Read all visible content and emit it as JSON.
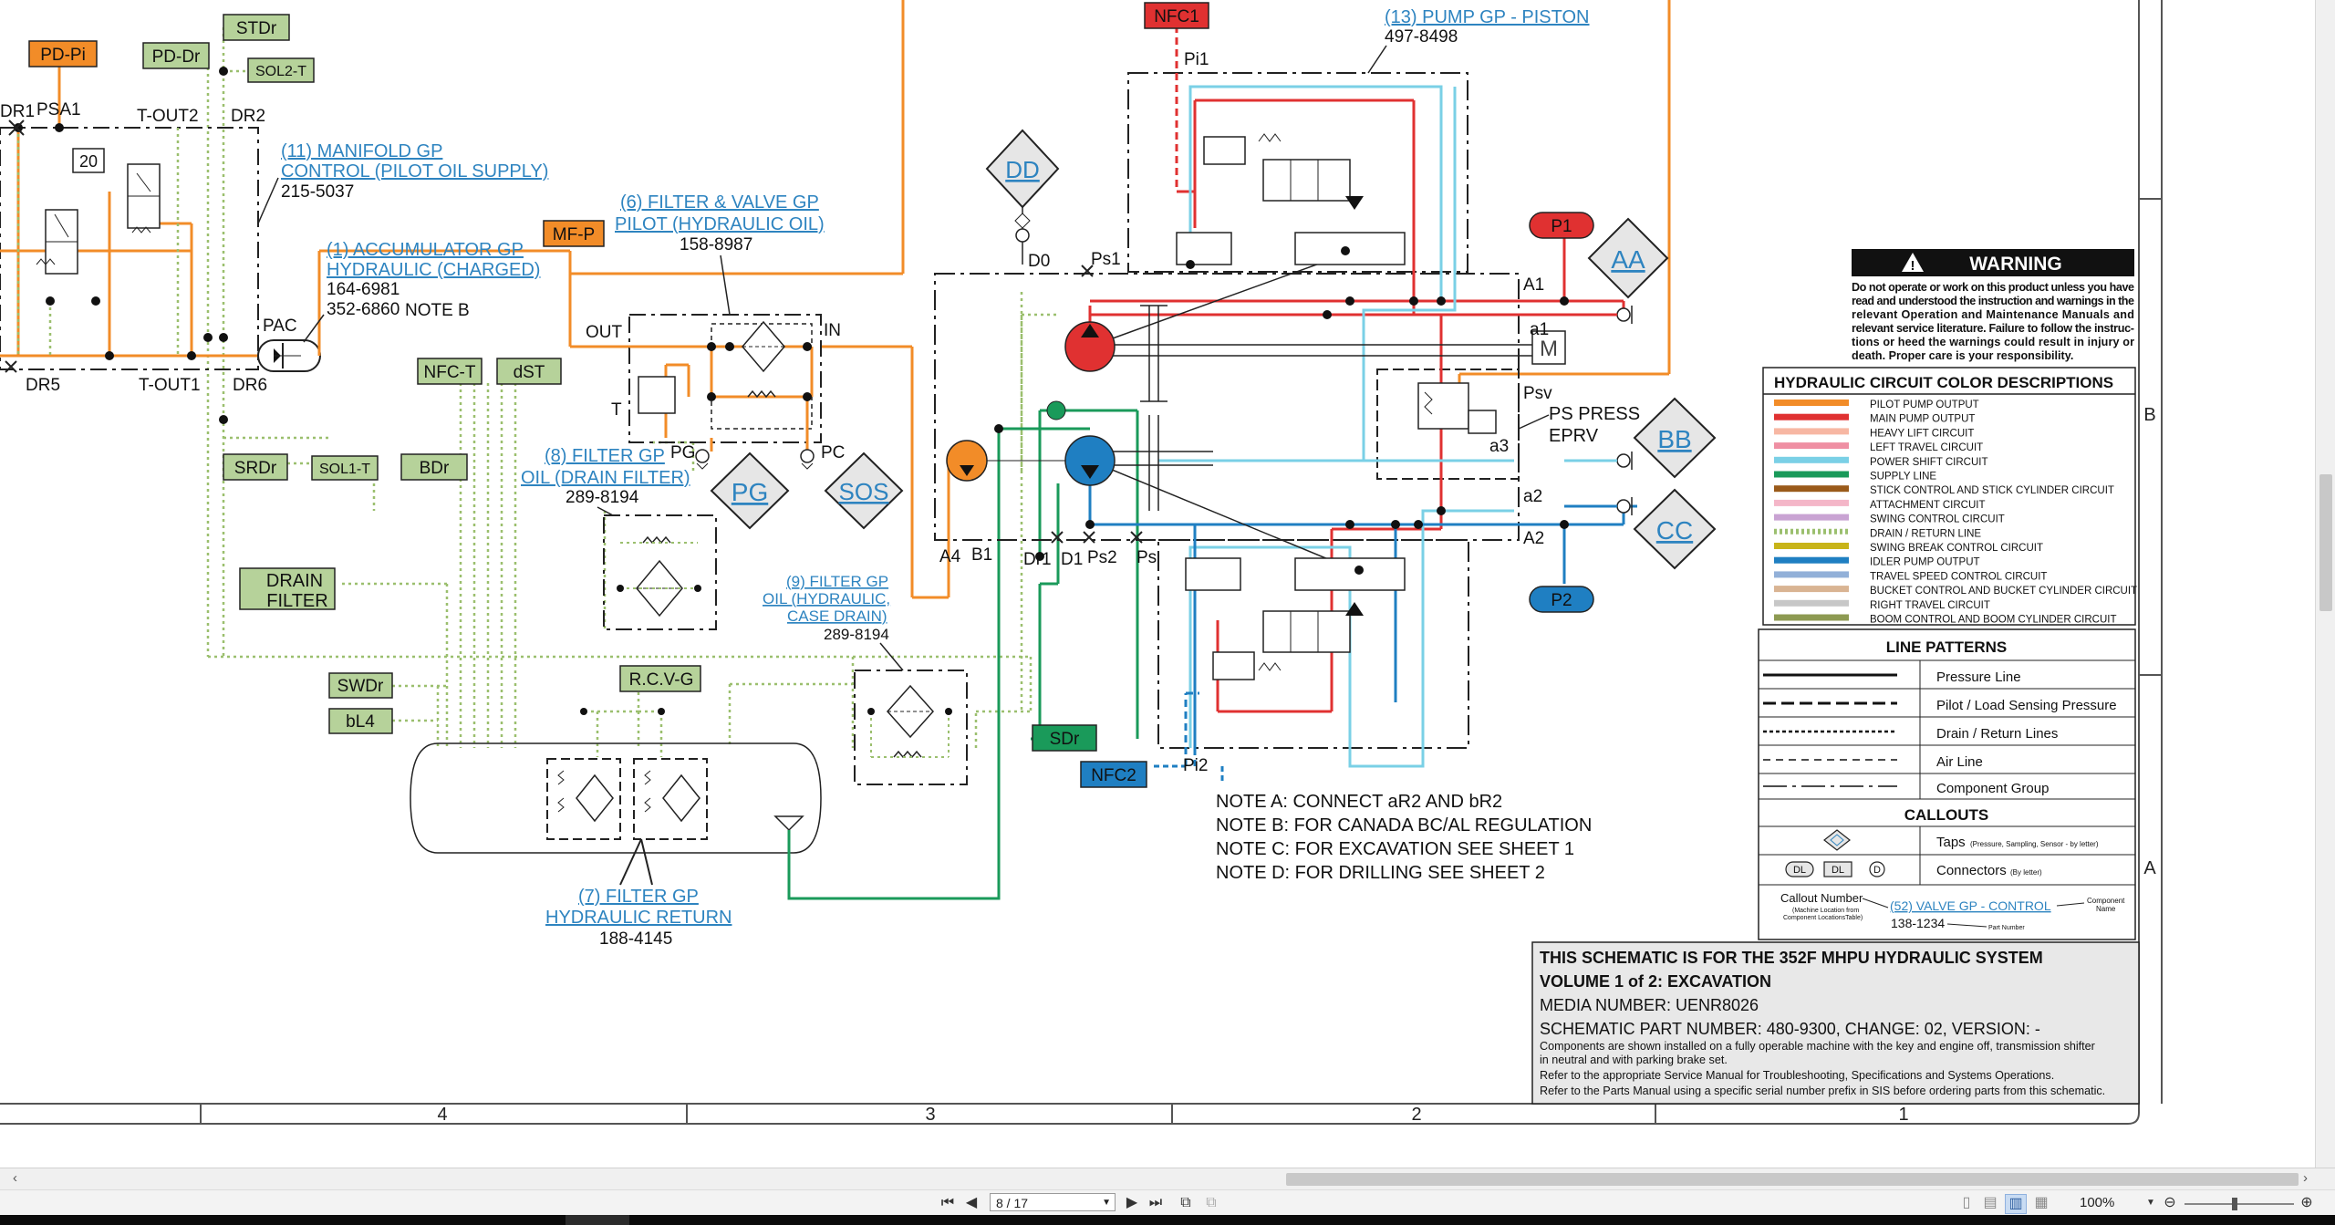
{
  "schematic": {
    "callouts": {
      "pump_gp": {
        "label": "(13) PUMP GP - PISTON",
        "part": "497-8498"
      },
      "manifold": {
        "label1": "(11) MANIFOLD GP",
        "label2": "CONTROL (PILOT OIL SUPPLY)",
        "part": "215-5037"
      },
      "accumulator": {
        "label1": "(1) ACCUMULATOR GP",
        "label2": "HYDRAULIC (CHARGED)",
        "part1": "164-6981",
        "part2": "352-6860",
        "note": "NOTE B"
      },
      "filter_valve": {
        "label1": "(6) FILTER & VALVE GP",
        "label2": "PILOT (HYDRAULIC OIL)",
        "part": "158-8987"
      },
      "filter_drain": {
        "label1": "(8) FILTER GP",
        "label2": "OIL (DRAIN FILTER)",
        "part": "289-8194"
      },
      "filter_case": {
        "label1": "(9) FILTER GP",
        "label2": "OIL (HYDRAULIC,",
        "label3": "CASE DRAIN)",
        "part": "289-8194"
      },
      "filter_return": {
        "label1": "(7) FILTER GP",
        "label2": "HYDRAULIC RETURN",
        "part": "188-4145"
      }
    },
    "taps": {
      "dd": "DD",
      "aa": "AA",
      "bb": "BB",
      "cc": "CC",
      "pg": "PG",
      "sos": "SOS"
    },
    "boxes": {
      "pd_pi": "PD-Pi",
      "pd_dr": "PD-Dr",
      "stdr": "STDr",
      "sol2t": "SOL2-T",
      "mf_p": "MF-P",
      "nfc_t": "NFC-T",
      "dst": "dST",
      "srdr": "SRDr",
      "sol1t": "SOL1-T",
      "bdr": "BDr",
      "drain_filter_1": "DRAIN",
      "drain_filter_2": "FILTER",
      "swdr": "SWDr",
      "bl4": "bL4",
      "rcvg": "R.C.V-G",
      "sdr": "SDr",
      "nfc1": "NFC1",
      "nfc2": "NFC2",
      "p1": "P1",
      "p2": "P2"
    },
    "ports": {
      "dr1": "DR1",
      "psa1": "PSA1",
      "tout2": "T-OUT2",
      "dr2": "DR2",
      "dr5": "DR5",
      "tout1": "T-OUT1",
      "dr6": "DR6",
      "pac": "PAC",
      "val20": "20",
      "out": "OUT",
      "in": "IN",
      "t": "T",
      "pg": "PG",
      "pc": "PC",
      "d0": "D0",
      "ps1": "Ps1",
      "pi1": "Pi1",
      "a1": "A1",
      "a1l": "a1",
      "psv": "Psv",
      "a3": "a3",
      "a2l": "a2",
      "a2": "A2",
      "a4": "A4",
      "b1": "B1",
      "dr1b": "Dr1",
      "d1": "D1",
      "ps2": "Ps2",
      "ps": "Ps",
      "pi2": "Pi2",
      "ps_press1": "PS PRESS",
      "ps_press2": "EPRV",
      "m": "M"
    },
    "notes": {
      "a": "NOTE A: CONNECT aR2 AND bR2",
      "b": "NOTE B: FOR CANADA BC/AL REGULATION",
      "c": "NOTE C: FOR EXCAVATION SEE SHEET 1",
      "d": "NOTE D: FOR DRILLING SEE SHEET 2"
    },
    "warning": {
      "title": "WARNING",
      "lines": [
        "Do not operate or work on this product unless you have",
        "read and understood the instruction and warnings in the",
        "relevant Operation and Maintenance Manuals and",
        "relevant service literature. Failure to follow the instruc-",
        "tions or heed the warnings could result in injury or",
        "death. Proper care is your responsibility."
      ]
    },
    "color_legend": {
      "title": "HYDRAULIC CIRCUIT COLOR DESCRIPTIONS",
      "items": [
        {
          "label": "PILOT PUMP OUTPUT",
          "color": "#f28c28"
        },
        {
          "label": "MAIN PUMP OUTPUT",
          "color": "#e03131"
        },
        {
          "label": "HEAVY LIFT CIRCUIT",
          "color": "#f7b7a3"
        },
        {
          "label": "LEFT TRAVEL CIRCUIT",
          "color": "#ef8fa3"
        },
        {
          "label": "POWER SHIFT CIRCUIT",
          "color": "#7ad0e6"
        },
        {
          "label": "SUPPLY LINE",
          "color": "#1a9a5a"
        },
        {
          "label": "STICK CONTROL AND STICK CYLINDER CIRCUIT",
          "color": "#9a5a1a"
        },
        {
          "label": "ATTACHMENT CIRCUIT",
          "color": "#f4b6c8"
        },
        {
          "label": "SWING CONTROL CIRCUIT",
          "color": "#c9a3d3"
        },
        {
          "label": "DRAIN / RETURN LINE",
          "color": "#9bbf6e"
        },
        {
          "label": "SWING BREAK CONTROL CIRCUIT",
          "color": "#c8b419"
        },
        {
          "label": "IDLER PUMP OUTPUT",
          "color": "#1f7fc2"
        },
        {
          "label": "TRAVEL SPEED CONTROL CIRCUIT",
          "color": "#92b0d8"
        },
        {
          "label": "BUCKET CONTROL AND BUCKET CYLINDER CIRCUIT",
          "color": "#d9b493"
        },
        {
          "label": "RIGHT TRAVEL CIRCUIT",
          "color": "#c7c7c7"
        },
        {
          "label": "BOOM CONTROL AND BOOM CYLINDER CIRCUIT",
          "color": "#8d9a52"
        }
      ]
    },
    "line_patterns": {
      "title": "LINE PATTERNS",
      "items": [
        "Pressure Line",
        "Pilot / Load Sensing Pressure",
        "Drain / Return Lines",
        "Air Line",
        "Component Group"
      ]
    },
    "callout_legend": {
      "title": "CALLOUTS",
      "taps": "Taps",
      "taps_small": "(Pressure, Sampling, Sensor - by letter)",
      "connectors": "Connectors",
      "connectors_small": "(By letter)",
      "dl": "DL",
      "d": "D",
      "callout_number": "Callout Number",
      "machine_loc1": "(Machine Location from",
      "machine_loc2": "Component LocationsTable)",
      "sample": "(52) VALVE GP - CONTROL",
      "component1": "Component",
      "component2": "Name",
      "part": "138-1234",
      "part_number": "Part Number"
    },
    "title_block": {
      "line1": "THIS SCHEMATIC IS FOR THE 352F MHPU HYDRAULIC SYSTEM",
      "line2": "VOLUME 1 of 2: EXCAVATION",
      "media": "MEDIA NUMBER: UENR8026",
      "part": "SCHEMATIC PART NUMBER: 480-9300, CHANGE: 02, VERSION: -",
      "small1": "Components are shown installed on a fully operable machine with the key and engine off, transmission shifter",
      "small2": "in neutral and with parking brake set.",
      "small3": "Refer to the appropriate Service Manual for Troubleshooting, Specifications and Systems Operations.",
      "small4": "Refer to the Parts Manual using a specific serial number prefix in SIS before ordering parts from this schematic."
    },
    "grid": {
      "cols": [
        "4",
        "3",
        "2",
        "1"
      ],
      "rows": [
        "B",
        "A"
      ]
    }
  },
  "viewer": {
    "page": "8 / 17",
    "zoom": "100%"
  }
}
